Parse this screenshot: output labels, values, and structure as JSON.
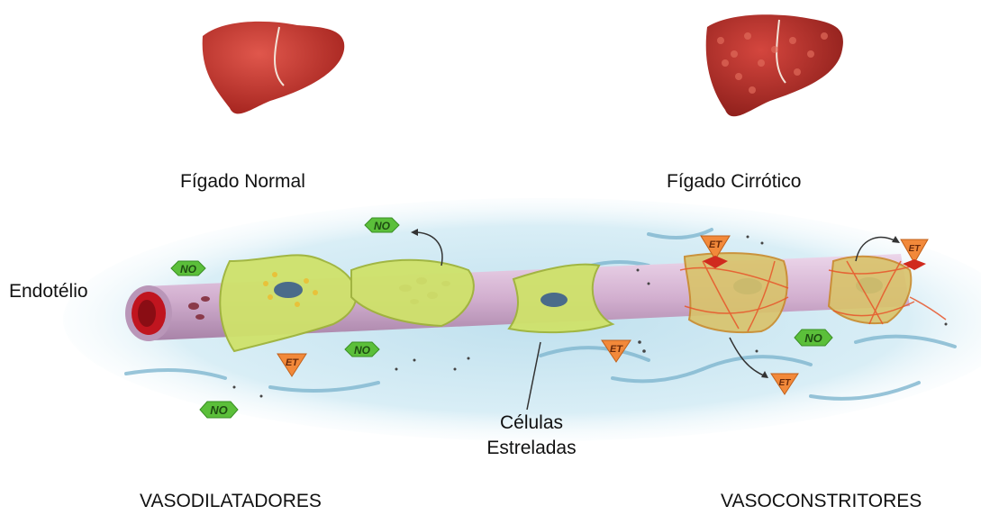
{
  "labels": {
    "normal_liver": "Fígado Normal",
    "cirrhotic_liver": "Fígado Cirrótico",
    "endothelium": "Endotélio",
    "stellate_cells": "Células Estreladas",
    "vasodilators": "VASODILATADORES",
    "vasoconstrictors": "VASOCONSTRITORES"
  },
  "badges": {
    "no_text": "NO",
    "et_text": "ET"
  },
  "colors": {
    "liver_normal": "#c8362f",
    "liver_cirrhotic": "#b5302c",
    "vessel": "#d9b8d6",
    "stellate": "#cfe26a",
    "no_badge": "#5bbf3a",
    "et_badge": "#f2893a",
    "background_tissue": "#cfe8f2"
  }
}
